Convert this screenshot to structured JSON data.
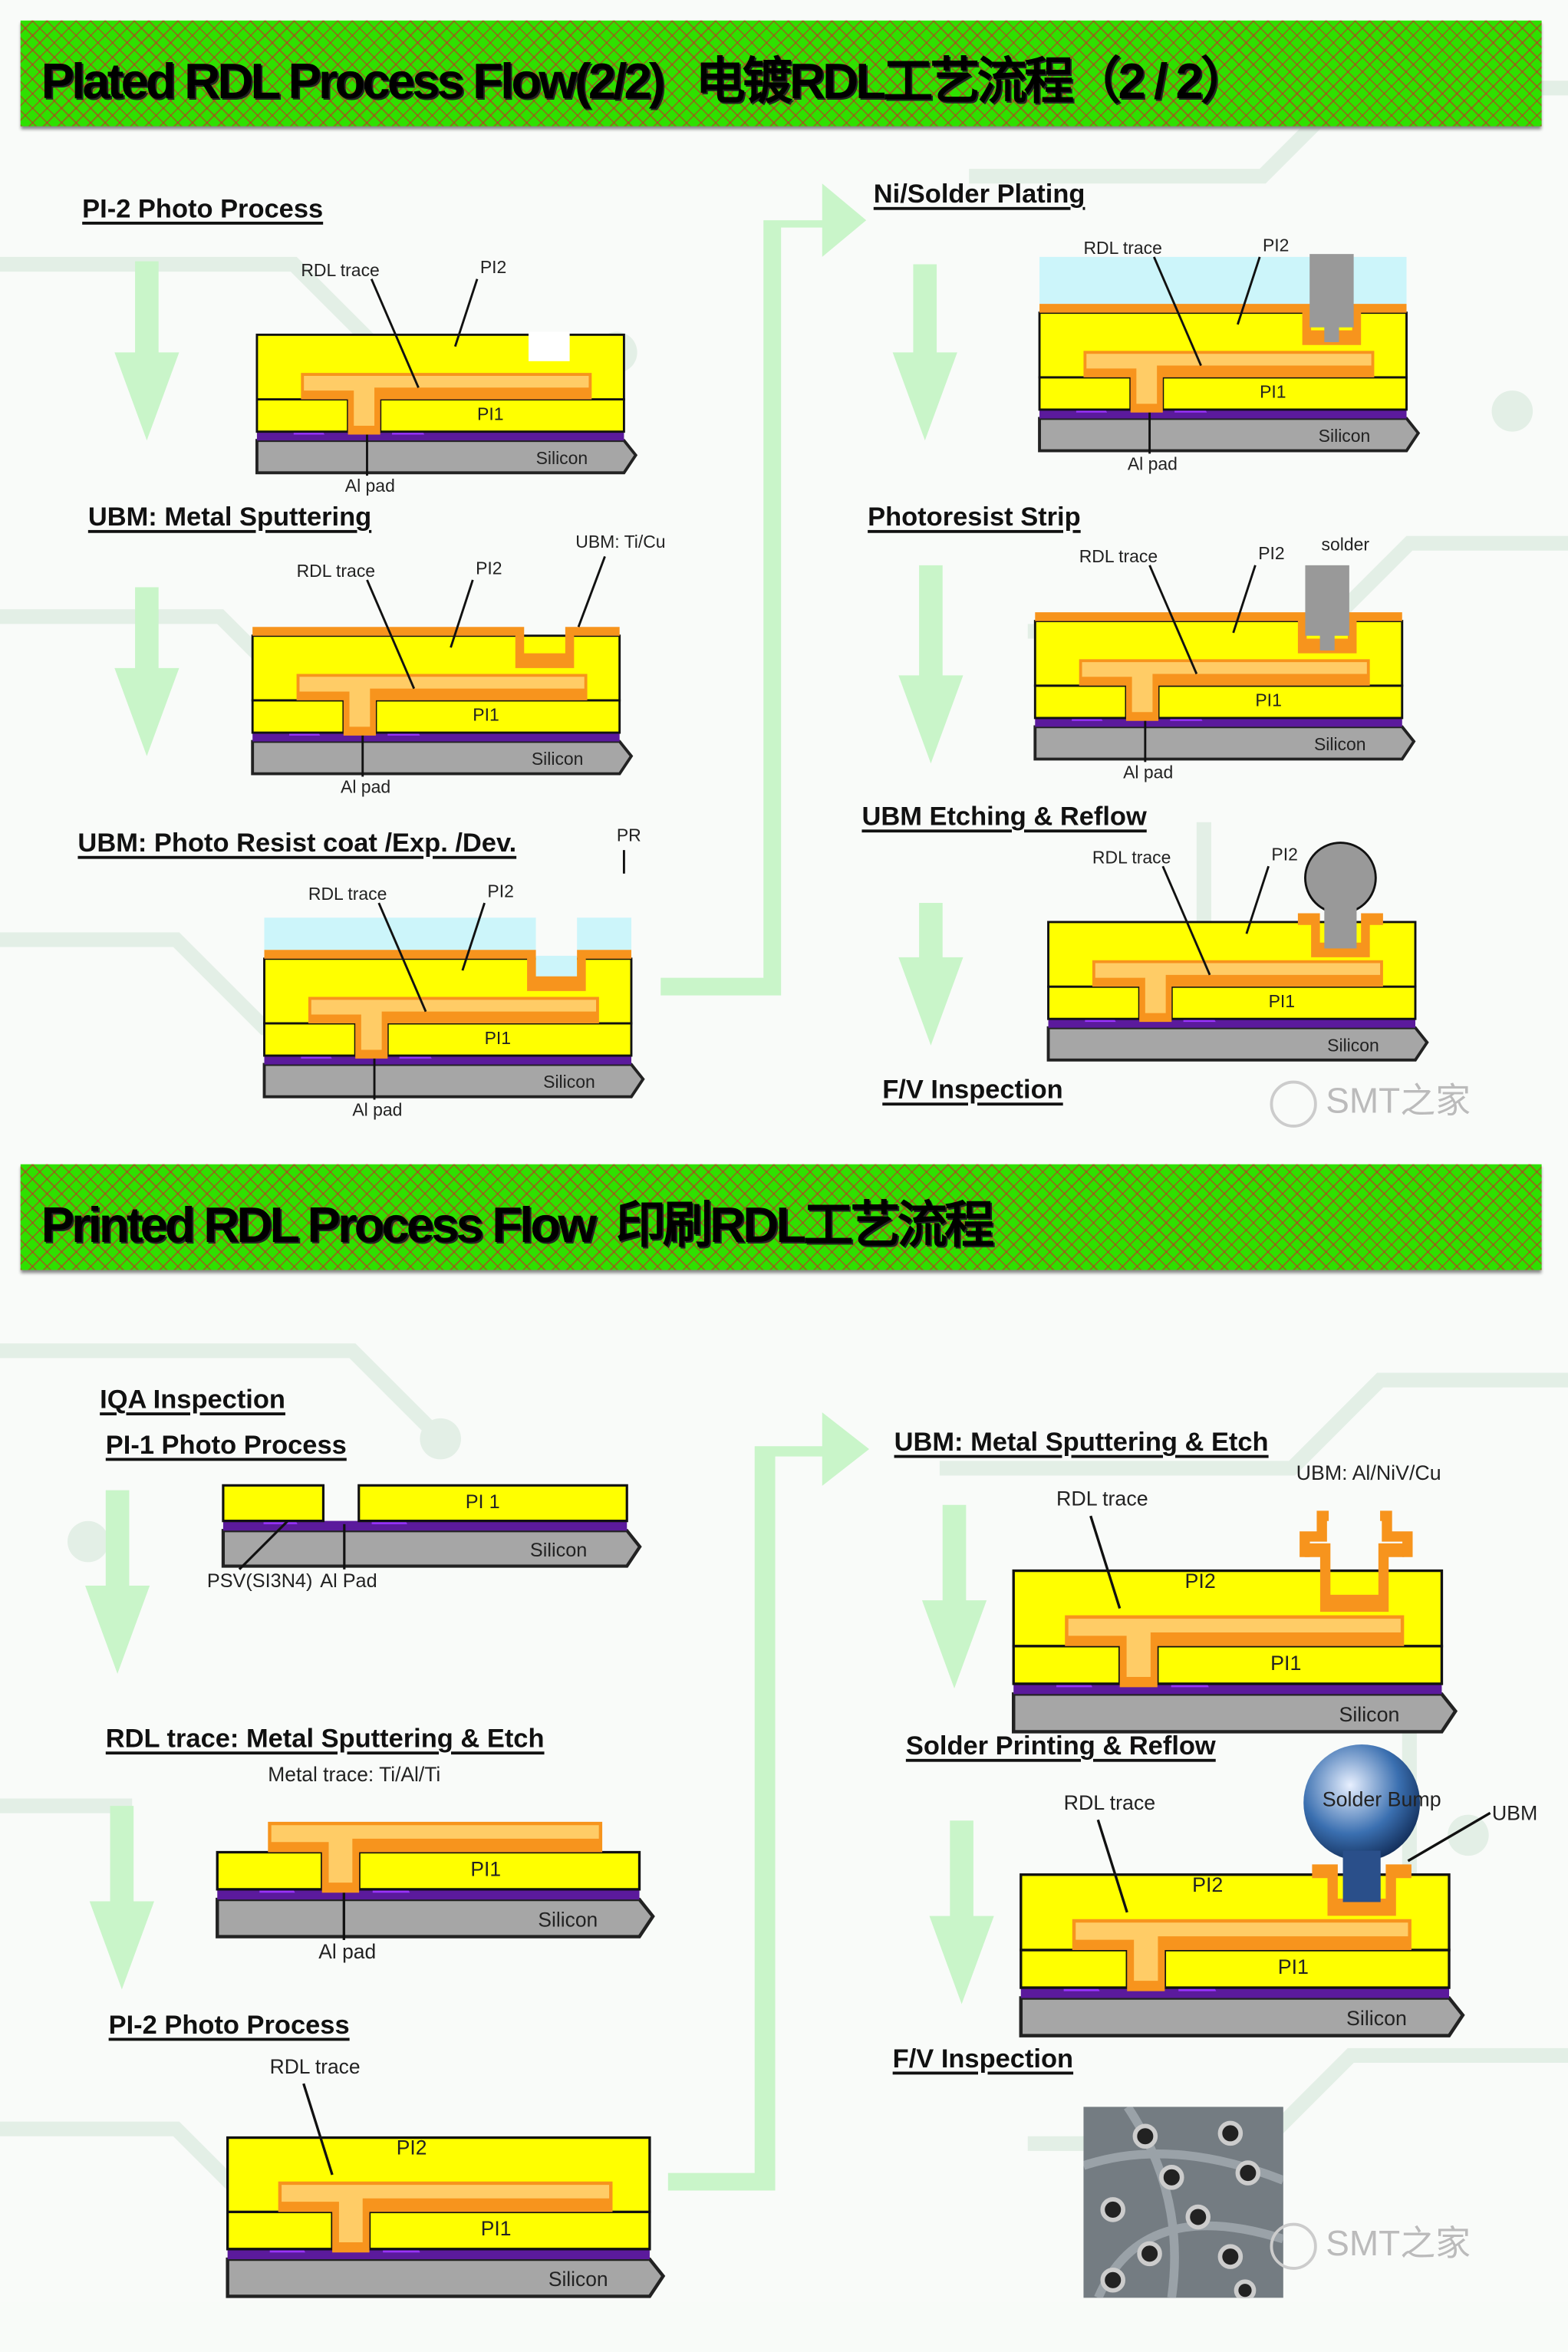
{
  "colors": {
    "header_green": "#2fe000",
    "pi_yellow": "#ffff00",
    "rdl_orange": "#f7941d",
    "rdl_light": "#ffcc66",
    "passivation_purple": "#5b1a9c",
    "al_pad_violet": "#9933ff",
    "silicon_gray": "#a6a6a6",
    "photoresist_blue": "#ccf5fa",
    "solder_gray": "#999999",
    "arrow_green": "#c8f5c8"
  },
  "plated": {
    "title": "Plated RDL Process Flow(2/2)   电镀RDL工艺流程（2 / 2）",
    "steps": [
      {
        "title": "PI-2 Photo Process",
        "labels": {
          "rdl": "RDL trace",
          "pi2": "PI2",
          "pi1": "PI1",
          "si": "Silicon",
          "alpad": "Al pad"
        }
      },
      {
        "title": "UBM: Metal Sputtering",
        "labels": {
          "rdl": "RDL trace",
          "pi2": "PI2",
          "extra": "UBM: Ti/Cu",
          "pi1": "PI1",
          "si": "Silicon",
          "alpad": "Al pad"
        }
      },
      {
        "title": "UBM: Photo Resist coat /Exp. /Dev.",
        "labels": {
          "rdl": "RDL trace",
          "pi2": "PI2",
          "extra": "PR",
          "pi1": "PI1",
          "si": "Silicon",
          "alpad": "Al pad"
        }
      },
      {
        "title": "Ni/Solder Plating",
        "labels": {
          "rdl": "RDL trace",
          "pi2": "PI2",
          "pi1": "PI1",
          "si": "Silicon",
          "alpad": "Al pad"
        }
      },
      {
        "title": "Photoresist Strip",
        "labels": {
          "rdl": "RDL trace",
          "pi2": "PI2",
          "extra": "solder",
          "pi1": "PI1",
          "si": "Silicon",
          "alpad": "Al pad"
        }
      },
      {
        "title": "UBM Etching & Reflow",
        "labels": {
          "rdl": "RDL trace",
          "pi2": "PI2",
          "pi1": "PI1",
          "si": "Silicon"
        }
      },
      {
        "title": "F/V Inspection"
      }
    ],
    "watermark": "SMT之家"
  },
  "printed": {
    "title": "Printed RDL Process Flow  印刷RDL工艺流程",
    "steps": [
      {
        "title": "IQA Inspection"
      },
      {
        "title": "PI-1 Photo Process",
        "labels": {
          "pi1": "PI 1",
          "si": "Silicon",
          "psv": "PSV(SI3N4)",
          "alpad": "Al Pad"
        }
      },
      {
        "title": "RDL trace: Metal Sputtering & Etch",
        "labels": {
          "extra": "Metal trace: Ti/Al/Ti",
          "pi1": "PI1",
          "si": "Silicon",
          "alpad": "Al pad"
        }
      },
      {
        "title": "PI-2 Photo Process",
        "labels": {
          "rdl": "RDL trace",
          "pi2": "PI2",
          "pi1": "PI1",
          "si": "Silicon"
        }
      },
      {
        "title": "UBM: Metal Sputtering & Etch",
        "labels": {
          "extra": "UBM: Al/NiV/Cu",
          "rdl": "RDL trace",
          "pi2": "PI2",
          "pi1": "PI1",
          "si": "Silicon"
        }
      },
      {
        "title": "Solder Printing & Reflow",
        "labels": {
          "bump": "Solder Bump",
          "extra": "UBM",
          "rdl": "RDL trace",
          "pi2": "PI2",
          "pi1": "PI1",
          "si": "Silicon"
        }
      },
      {
        "title": "F/V Inspection"
      }
    ],
    "watermark": "SMT之家"
  }
}
